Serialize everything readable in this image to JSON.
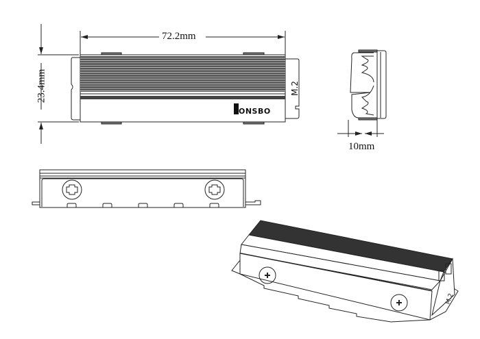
{
  "dimensions": {
    "length": "72.2mm",
    "width": "23.4mm",
    "height": "10mm"
  },
  "markings": {
    "brand_logo": "JONSBO",
    "slot_label": "M.2"
  },
  "colors": {
    "line": "#222222",
    "fin": "#333333",
    "background": "#ffffff"
  }
}
